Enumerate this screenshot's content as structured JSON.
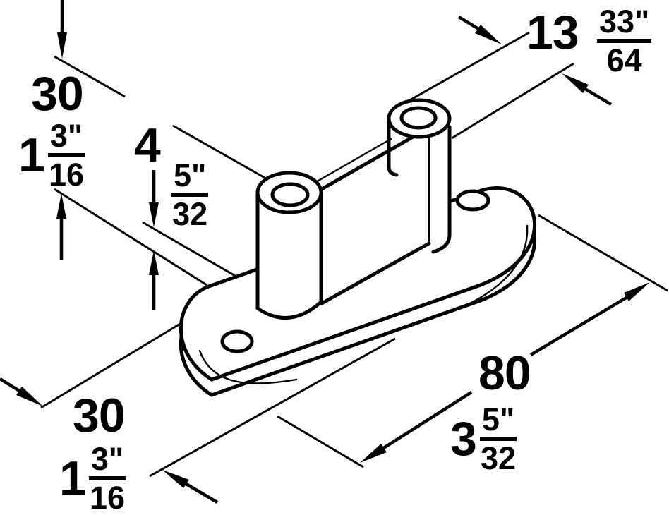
{
  "drawing": {
    "title": "Sliding door floor guide - isometric dimension drawing",
    "part": "Oval base plate with two hollow guide posts connected by a web, two countersunk screw holes",
    "line_color": "#000000",
    "background_color": "#ffffff"
  },
  "dimensions": {
    "total_height": {
      "metric": "30",
      "imperial_whole": "1",
      "imperial_numerator": "3\"",
      "imperial_denominator": "16"
    },
    "plate_thickness": {
      "metric": "4",
      "imperial_whole": "",
      "imperial_numerator": "5\"",
      "imperial_denominator": "32"
    },
    "post_diameter": {
      "metric": "13",
      "imperial_whole": "",
      "imperial_numerator": "33\"",
      "imperial_denominator": "64"
    },
    "plate_width": {
      "metric": "30",
      "imperial_whole": "1",
      "imperial_numerator": "3\"",
      "imperial_denominator": "16"
    },
    "plate_length": {
      "metric": "80",
      "imperial_whole": "3",
      "imperial_numerator": "5\"",
      "imperial_denominator": "32"
    }
  }
}
